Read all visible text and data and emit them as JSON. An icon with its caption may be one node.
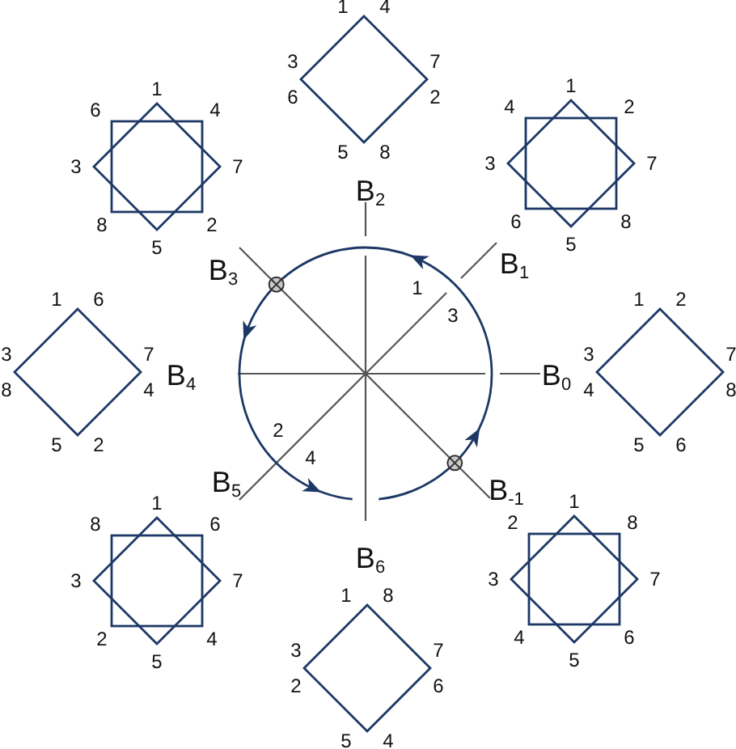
{
  "diagram": {
    "nodes": [
      {
        "text": [],
        "shape": "diamond",
        "beside": [
          "1",
          "4",
          "3",
          "7",
          "6",
          "2",
          "5",
          "8"
        ]
      },
      {
        "text": [],
        "shape": "star",
        "beside": [
          "1",
          "6",
          "4",
          "3",
          "7",
          "8",
          "2",
          "5"
        ]
      },
      {
        "text": [],
        "shape": "star",
        "beside": [
          "1",
          "4",
          "2",
          "3",
          "7",
          "6",
          "8",
          "5"
        ]
      },
      {
        "text": [],
        "shape": "diamond",
        "beside": [
          "1",
          "6",
          "3",
          "7",
          "8",
          "4",
          "5",
          "2"
        ]
      },
      {
        "text": [],
        "shape": "diamond",
        "beside": [
          "1",
          "2",
          "3",
          "7",
          "4",
          "8",
          "5",
          "6"
        ]
      },
      {
        "text": [],
        "shape": "star",
        "beside": [
          "1",
          "8",
          "6",
          "3",
          "7",
          "2",
          "4",
          "5"
        ]
      },
      {
        "text": [],
        "shape": "diamond",
        "beside": [
          "1",
          "8",
          "3",
          "7",
          "2",
          "6",
          "5",
          "4"
        ]
      },
      {
        "text": [],
        "shape": "star",
        "beside": [
          "1",
          "2",
          "8",
          "3",
          "7",
          "4",
          "6",
          "5"
        ]
      }
    ],
    "labels": [
      "B$_{2}$",
      "B$_{3}$",
      "B$_{1}$",
      "1",
      "3",
      "B$_{4}$",
      "B$_{0}$",
      "2",
      "4",
      "B$_{5}$",
      "B$_{-1}$",
      "B$_{6}$"
    ]
  }
}
